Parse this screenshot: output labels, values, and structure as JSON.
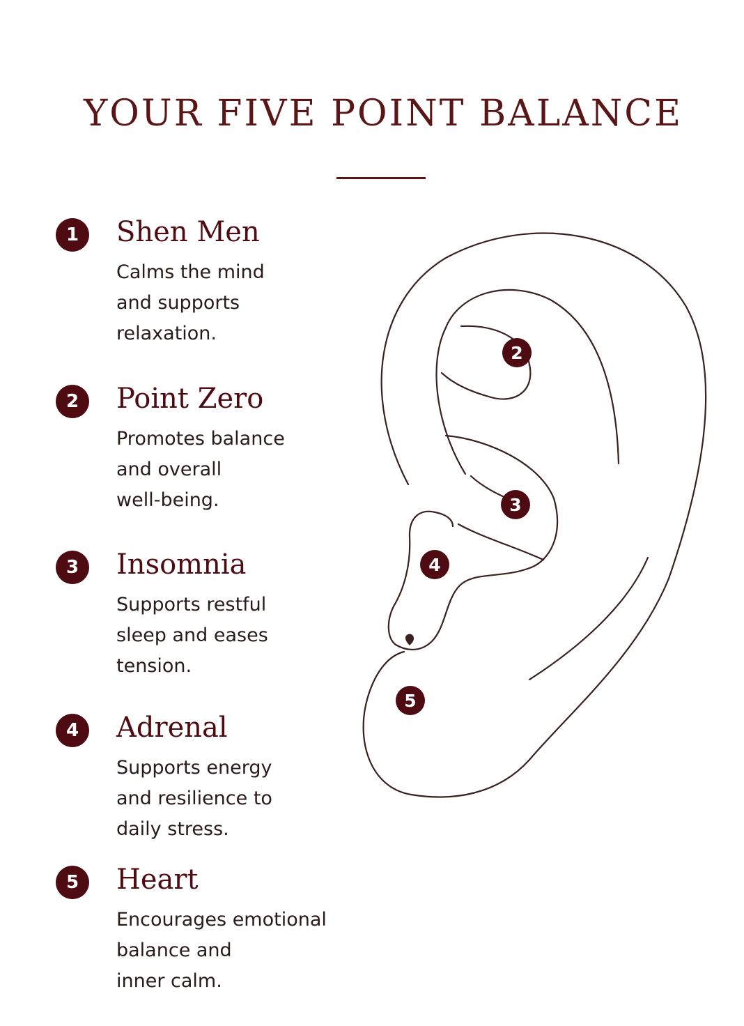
{
  "title": "YOUR FIVE POINT BALANCE",
  "points": [
    {
      "number": "1",
      "name": "Shen Men",
      "description": [
        "Calms the mind",
        "and supports",
        "relaxation."
      ]
    },
    {
      "number": "2",
      "name": "Point Zero",
      "description": [
        "Promotes balance",
        "and overall",
        "well-being."
      ]
    },
    {
      "number": "3",
      "name": "Insomnia",
      "description": [
        "Supports restful",
        "sleep and eases",
        "tension."
      ]
    },
    {
      "number": "4",
      "name": "Adrenal",
      "description": [
        "Supports energy",
        "and resilience to",
        "daily stress."
      ]
    },
    {
      "number": "5",
      "name": "Heart",
      "description": [
        "Encourages emotional",
        "balance and",
        "inner calm."
      ]
    }
  ],
  "diagram_markers": [
    "2",
    "3",
    "4",
    "5"
  ],
  "colors": {
    "accent": "#4e0c12",
    "title": "#5a1616",
    "text": "#2a1b1b",
    "line": "#3a2020",
    "background": "#ffffff"
  }
}
